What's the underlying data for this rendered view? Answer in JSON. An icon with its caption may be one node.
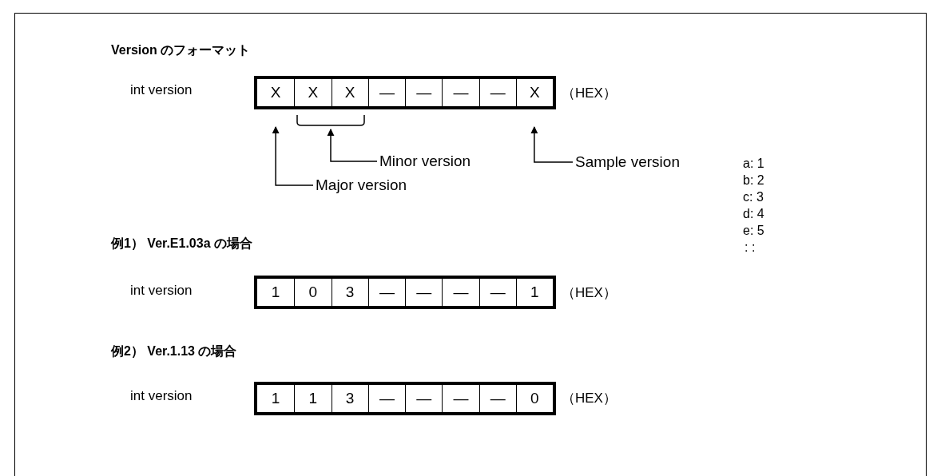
{
  "diagram": {
    "nodes": [
      {
        "text": [],
        "shape": "box"
      },
      {
        "text": [
          "X"
        ],
        "in": 0
      },
      {
        "text": [
          "X"
        ],
        "in": 0
      },
      {
        "text": [
          "X"
        ],
        "in": 0
      },
      {
        "text": [
          "—"
        ],
        "in": 0
      },
      {
        "text": [
          "—"
        ],
        "in": 0
      },
      {
        "text": [
          "—"
        ],
        "in": 0
      },
      {
        "text": [
          "—"
        ],
        "in": 0
      },
      {
        "text": [
          "X"
        ],
        "in": 0
      },
      {
        "text": [],
        "shape": "bracket"
      },
      {
        "text": [
          "Minor version"
        ]
      },
      {
        "text": [
          "Major version"
        ]
      },
      {
        "text": [
          "Sample version"
        ]
      },
      {
        "text": [],
        "shape": "box"
      },
      {
        "text": [
          "1"
        ],
        "in": 13
      },
      {
        "text": [
          "0"
        ],
        "in": 13
      },
      {
        "text": [
          "3"
        ],
        "in": 13
      },
      {
        "text": [
          "—"
        ],
        "in": 13
      },
      {
        "text": [
          "—"
        ],
        "in": 13
      },
      {
        "text": [
          "—"
        ],
        "in": 13
      },
      {
        "text": [
          "—"
        ],
        "in": 13
      },
      {
        "text": [
          "1"
        ],
        "in": 13
      },
      {
        "text": [],
        "shape": "box"
      },
      {
        "text": [
          "1"
        ],
        "in": 22
      },
      {
        "text": [
          "1"
        ],
        "in": 22
      },
      {
        "text": [
          "3"
        ],
        "in": 22
      },
      {
        "text": [
          "—"
        ],
        "in": 22
      },
      {
        "text": [
          "—"
        ],
        "in": 22
      },
      {
        "text": [
          "—"
        ],
        "in": 22
      },
      {
        "text": [
          "—"
        ],
        "in": 22
      },
      {
        "text": [
          "0"
        ],
        "in": 22
      }
    ],
    "edges": [
      {
        "from": 11,
        "to": 1,
        "arrow": "to"
      },
      {
        "from": 10,
        "to": 9,
        "arrow": "to"
      },
      {
        "from": 12,
        "to": 8,
        "arrow": "to"
      }
    ],
    "labels": [
      "Version のフォーマット",
      "int version",
      "（HEX）",
      "a: 1",
      "b: 2",
      "c: 3",
      "d: 4",
      "e: 5",
      ":  :",
      "例1） Ver.E1.03a の場合",
      "int version",
      "（HEX）",
      "例2） Ver.1.13 の場合",
      "int version",
      "（HEX）"
    ]
  }
}
